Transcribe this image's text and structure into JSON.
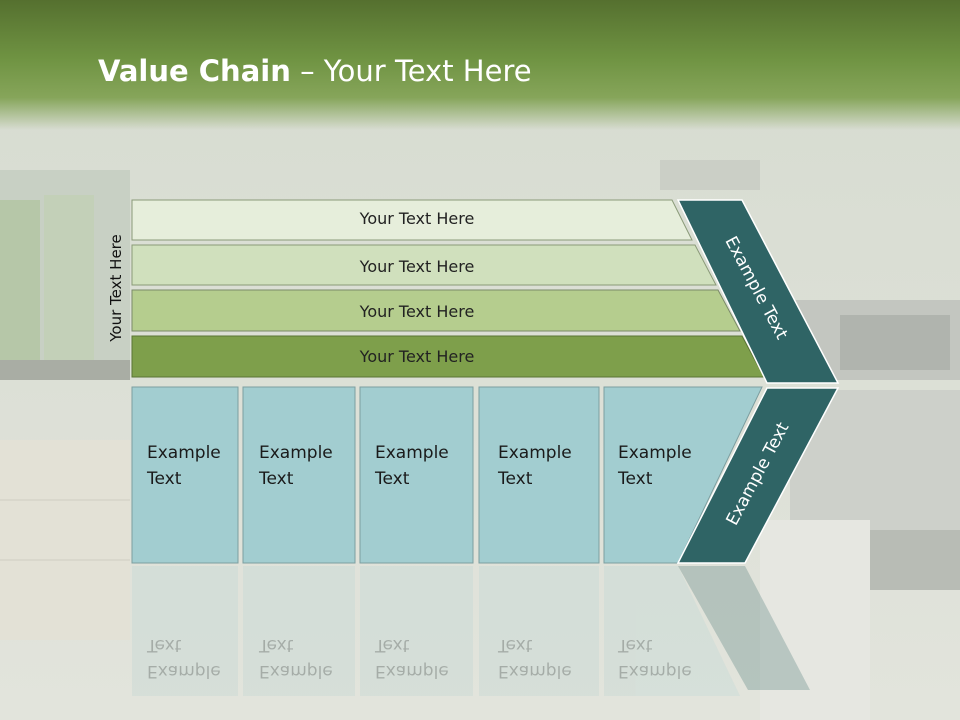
{
  "slide": {
    "title_bold": "Value Chain",
    "title_rest": " – Your Text Here",
    "side_label": "Your Text Here"
  },
  "rows": [
    {
      "label": "Your Text Here",
      "color": "#e6eedb"
    },
    {
      "label": "Your Text Here",
      "color": "#d0e0bd"
    },
    {
      "label": "Your Text Here",
      "color": "#b5cd8e"
    },
    {
      "label": "Your Text Here",
      "color": "#7e9f4b"
    }
  ],
  "cells": [
    {
      "line1": "Example",
      "line2": "Text"
    },
    {
      "line1": "Example",
      "line2": "Text"
    },
    {
      "line1": "Example",
      "line2": "Text"
    },
    {
      "line1": "Example",
      "line2": "Text"
    },
    {
      "line1": "Example",
      "line2": "Text"
    }
  ],
  "chevron": {
    "upper_label": "Example Text",
    "lower_label": "Example Text",
    "color": "#2f6465"
  },
  "colors": {
    "cell": "#a2cdd0",
    "header": "#6f9342"
  }
}
